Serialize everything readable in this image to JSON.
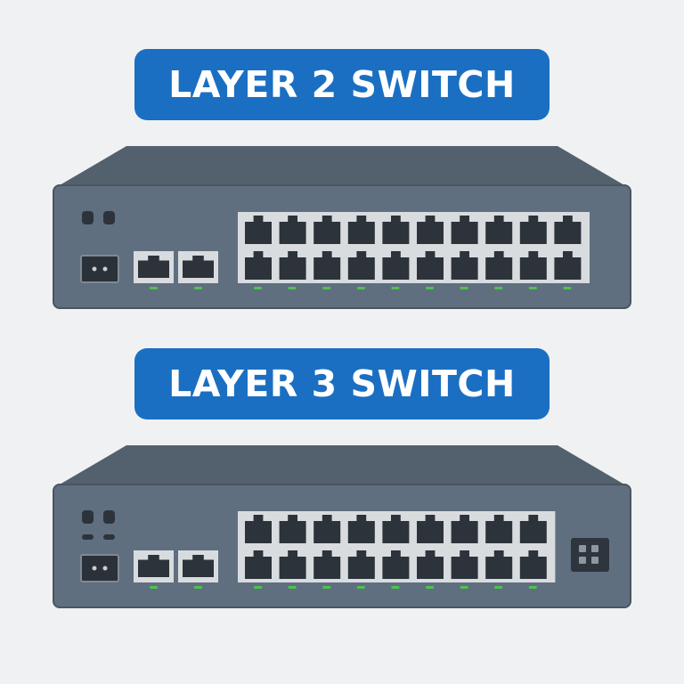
{
  "switches": [
    {
      "label": "LAYER 2 SWITCH",
      "port_columns": 10,
      "port_rows": 2,
      "uplink_ports": 2,
      "status_indicators": 2,
      "has_extra_indicators": false,
      "has_management_module": false
    },
    {
      "label": "LAYER 3 SWITCH",
      "port_columns": 9,
      "port_rows": 2,
      "uplink_ports": 2,
      "status_indicators": 2,
      "has_extra_indicators": true,
      "has_management_module": true
    }
  ],
  "colors": {
    "background": "#f0f1f2",
    "banner": "#1a6fc2",
    "banner_text": "#ffffff",
    "chassis_front": "#5f6f7f",
    "chassis_top": "#53606d",
    "chassis_edge": "#4a5561",
    "port_panel": "#d9dcdf",
    "port_fill": "#2c333a",
    "led_green": "#4cc44c",
    "module": "#2e353c"
  }
}
